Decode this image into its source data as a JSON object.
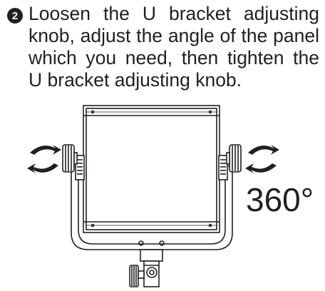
{
  "step": {
    "number": "2",
    "text": "Loosen the U bracket adjusting knob, adjust the angle of the panel which you need, then tighten the U bracket adjusting knob."
  },
  "illustration": {
    "angle_label": "360°",
    "icons": [
      "led-panel-icon",
      "u-bracket-icon",
      "adjusting-knob-icon",
      "rotation-arrows-icon",
      "mount-clamp-icon"
    ],
    "line_color": "#231f20"
  }
}
